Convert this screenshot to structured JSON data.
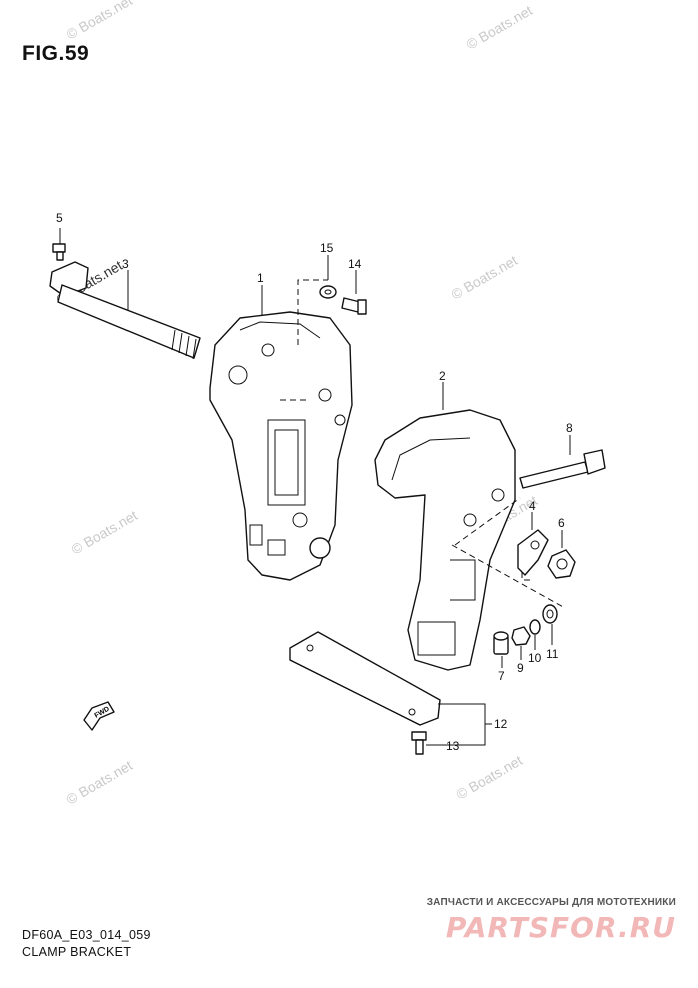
{
  "figure": {
    "title": "FIG.59"
  },
  "footer": {
    "code": "DF60A_E03_014_059",
    "name": "CLAMP BRACKET"
  },
  "brand": {
    "tagline": "ЗАПЧАСТИ И АКСЕССУАРЫ ДЛЯ МОТОТЕХНИКИ",
    "logo": "PARTSFOR.RU"
  },
  "watermark": {
    "text": "© Boats.net"
  },
  "direction_arrow": {
    "label": "FWD"
  },
  "callouts": {
    "c1": "1",
    "c2": "2",
    "c3": "3",
    "c4": "4",
    "c5": "5",
    "c6": "6",
    "c7": "7",
    "c8": "8",
    "c9": "9",
    "c10": "10",
    "c11": "11",
    "c12": "12",
    "c13": "13",
    "c14": "14",
    "c15": "15"
  }
}
